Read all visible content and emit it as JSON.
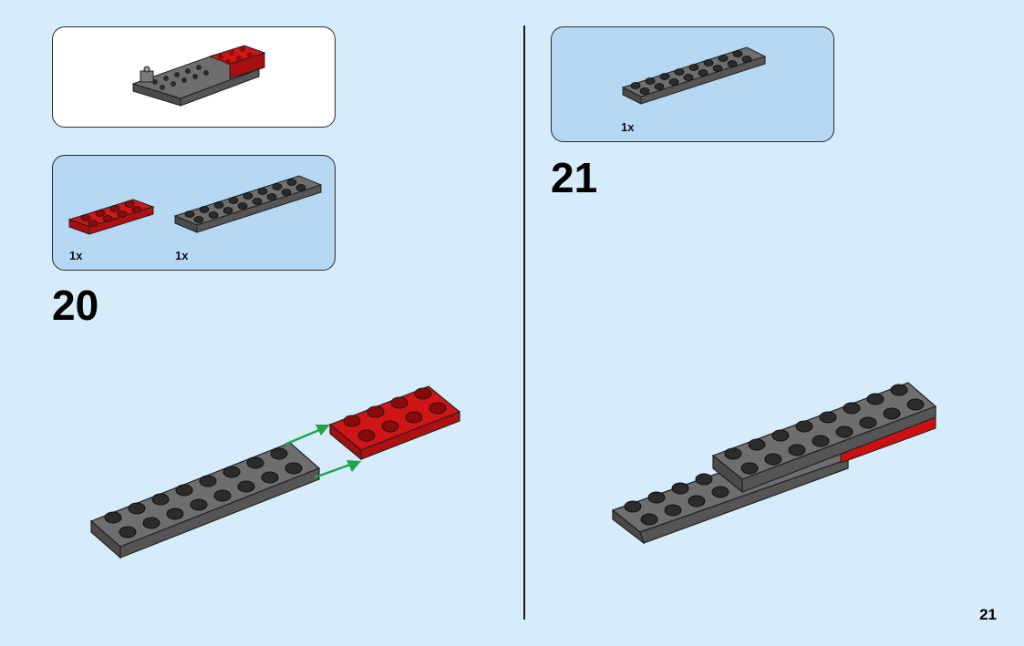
{
  "page": {
    "number": "21"
  },
  "colors": {
    "background": "#d6ecfa",
    "parts_panel": "#b7d8f2",
    "brick_dark_gray": "#5a5a5a",
    "brick_red": "#cc1111",
    "stud_black": "#2b2b2b",
    "arrow_green": "#22a34a"
  },
  "steps": [
    {
      "number": "20",
      "parts": [
        {
          "qty": "1x",
          "part": "red 2x4 plate"
        },
        {
          "qty": "1x",
          "part": "dark gray 2x8 plate"
        }
      ]
    },
    {
      "number": "21",
      "parts": [
        {
          "qty": "1x",
          "part": "dark gray 2x8 plate"
        }
      ]
    }
  ]
}
